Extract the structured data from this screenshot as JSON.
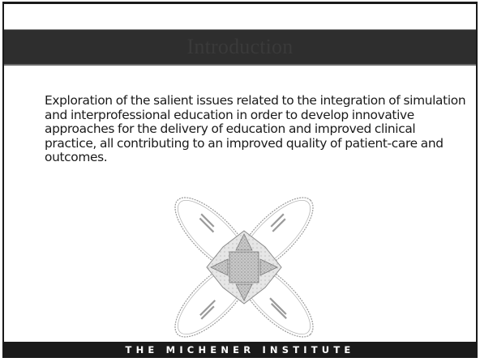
{
  "slide": {
    "title": "Introduction",
    "body": "Exploration of the salient issues related to the integration of simulation and interprofessional education in order to develop innovative approaches for the delivery of education and improved clinical practice, all contributing to an improved quality of patient-care and outcomes.",
    "footer": "THE MICHENER INSTITUTE"
  },
  "diagram": {
    "petals": [
      "top-left",
      "top-right",
      "bottom-left",
      "bottom-right"
    ]
  },
  "colors": {
    "title_bar": "#2e2e2e",
    "footer_bar": "#1a1a1a",
    "petal_stroke": "#9a9a9a",
    "center_fill": "#b8b8b8"
  }
}
